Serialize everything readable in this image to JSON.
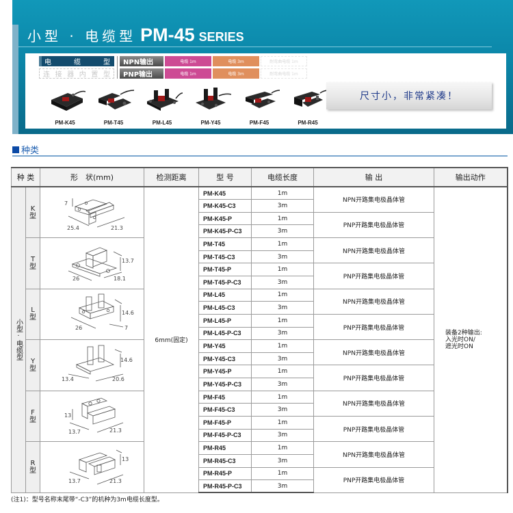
{
  "banner": {
    "title_cn": "小型 · 电缆型",
    "title_model": "PM-45",
    "title_series": "SERIES",
    "type_tabs": {
      "active": [
        "电",
        "缆",
        "型"
      ],
      "inactive": [
        "连",
        "接",
        "器",
        "内",
        "置",
        "型"
      ]
    },
    "output_rows": [
      {
        "label": "NPN输出",
        "cables": [
          "电缆 1m",
          "电缆 3m",
          "耐弯曲电缆 1m"
        ]
      },
      {
        "label": "PNP输出",
        "cables": [
          "电缆 1m",
          "电缆 3m",
          "耐弯曲电缆 1m"
        ]
      }
    ],
    "products": [
      "PM-K45",
      "PM-T45",
      "PM-L45",
      "PM-Y45",
      "PM-F45",
      "PM-R45"
    ],
    "slogan": "尺寸小，非常紧凑！",
    "colors": {
      "banner_top": "#1198b9",
      "banner_bottom": "#0a6a8a",
      "cable_1m": "#cd4b94",
      "cable_3m": "#e08f5d",
      "slogan_text": "#1f3a8a"
    }
  },
  "section": {
    "title": "种类",
    "accent": "#0b4aa6"
  },
  "table": {
    "headers": [
      "种 类",
      "形　状(mm)",
      "检测距离",
      "型 号",
      "电缆长度",
      "输 出",
      "输出动作"
    ],
    "category_main": "小型·电缆型",
    "detection_distance": "6mm(固定)",
    "output_action": [
      "装备2种输出:",
      "入光时ON/",
      "遮光时ON"
    ],
    "groups": [
      {
        "type_letter": "K",
        "type_suffix": "型",
        "dims": [
          "7",
          "25.4",
          "21.3"
        ],
        "rows": [
          {
            "model": "PM-K45",
            "length": "1m"
          },
          {
            "model": "PM-K45-C3",
            "length": "3m"
          },
          {
            "model": "PM-K45-P",
            "length": "1m"
          },
          {
            "model": "PM-K45-P-C3",
            "length": "3m"
          }
        ],
        "outputs": [
          "NPN开路集电极晶体管",
          "PNP开路集电极晶体管"
        ]
      },
      {
        "type_letter": "T",
        "type_suffix": "型",
        "dims": [
          "13.7",
          "26",
          "18.1"
        ],
        "rows": [
          {
            "model": "PM-T45",
            "length": "1m"
          },
          {
            "model": "PM-T45-C3",
            "length": "3m"
          },
          {
            "model": "PM-T45-P",
            "length": "1m"
          },
          {
            "model": "PM-T45-P-C3",
            "length": "3m"
          }
        ],
        "outputs": [
          "NPN开路集电极晶体管",
          "PNP开路集电极晶体管"
        ]
      },
      {
        "type_letter": "L",
        "type_suffix": "型",
        "dims": [
          "14.6",
          "26",
          "7"
        ],
        "rows": [
          {
            "model": "PM-L45",
            "length": "1m"
          },
          {
            "model": "PM-L45-C3",
            "length": "3m"
          },
          {
            "model": "PM-L45-P",
            "length": "1m"
          },
          {
            "model": "PM-L45-P-C3",
            "length": "3m"
          }
        ],
        "outputs": [
          "NPN开路集电极晶体管",
          "PNP开路集电极晶体管"
        ]
      },
      {
        "type_letter": "Y",
        "type_suffix": "型",
        "dims": [
          "14.6",
          "13.4",
          "20.6"
        ],
        "rows": [
          {
            "model": "PM-Y45",
            "length": "1m"
          },
          {
            "model": "PM-Y45-C3",
            "length": "3m"
          },
          {
            "model": "PM-Y45-P",
            "length": "1m"
          },
          {
            "model": "PM-Y45-P-C3",
            "length": "3m"
          }
        ],
        "outputs": [
          "NPN开路集电极晶体管",
          "PNP开路集电极晶体管"
        ]
      },
      {
        "type_letter": "F",
        "type_suffix": "型",
        "dims": [
          "13",
          "13.7",
          "21.3"
        ],
        "rows": [
          {
            "model": "PM-F45",
            "length": "1m"
          },
          {
            "model": "PM-F45-C3",
            "length": "3m"
          },
          {
            "model": "PM-F45-P",
            "length": "1m"
          },
          {
            "model": "PM-F45-P-C3",
            "length": "3m"
          }
        ],
        "outputs": [
          "NPN开路集电极晶体管",
          "PNP开路集电极晶体管"
        ]
      },
      {
        "type_letter": "R",
        "type_suffix": "型",
        "dims": [
          "13",
          "13.7",
          "21.3"
        ],
        "rows": [
          {
            "model": "PM-R45",
            "length": "1m"
          },
          {
            "model": "PM-R45-C3",
            "length": "3m"
          },
          {
            "model": "PM-R45-P",
            "length": "1m"
          },
          {
            "model": "PM-R45-P-C3",
            "length": "3m"
          }
        ],
        "outputs": [
          "NPN开路集电极晶体管",
          "PNP开路集电极晶体管"
        ]
      }
    ]
  },
  "note": "(注1)：型号名称末尾带“-C3”的机种为3m电缆长度型。"
}
